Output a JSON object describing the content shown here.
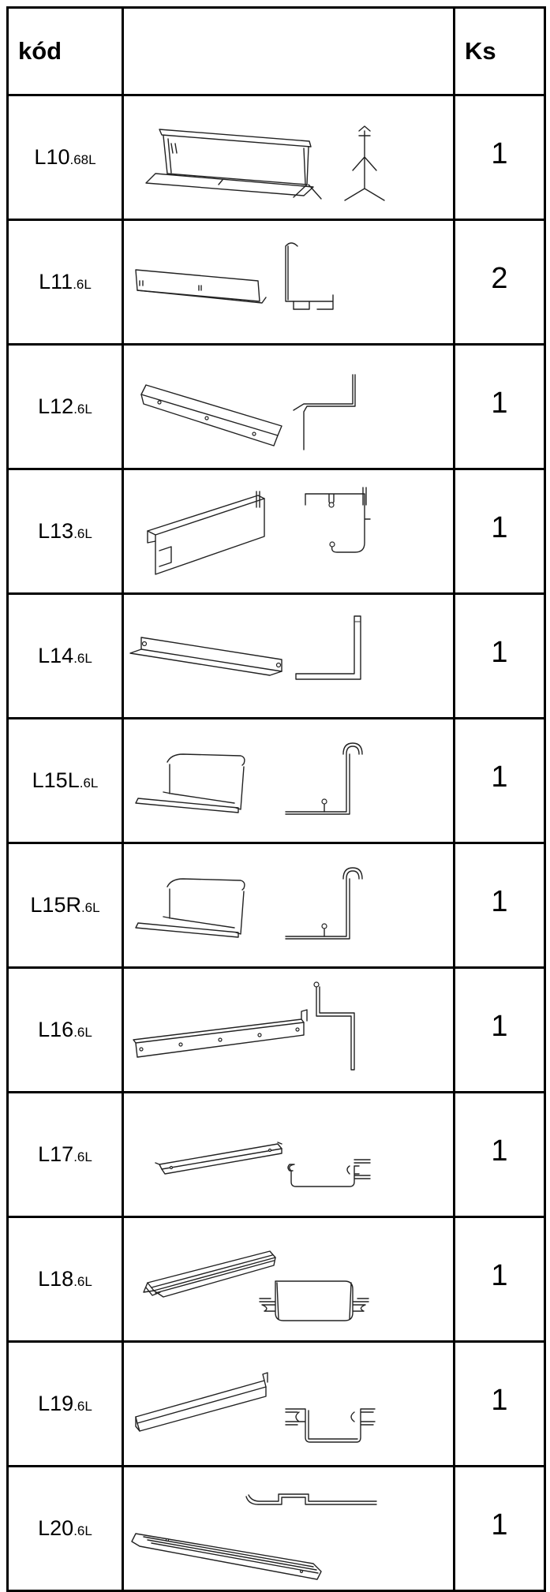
{
  "table": {
    "header": {
      "code": "kód",
      "drawing": "",
      "qty": "Ks"
    },
    "rows": [
      {
        "code": "L10",
        "suffix": ".68L",
        "qty": "1",
        "icon": "profile-l10-drawing"
      },
      {
        "code": "L11",
        "suffix": ".6L",
        "qty": "2",
        "icon": "profile-l11-drawing"
      },
      {
        "code": "L12",
        "suffix": ".6L",
        "qty": "1",
        "icon": "profile-l12-drawing"
      },
      {
        "code": "L13",
        "suffix": ".6L",
        "qty": "1",
        "icon": "profile-l13-drawing"
      },
      {
        "code": "L14",
        "suffix": ".6L",
        "qty": "1",
        "icon": "profile-l14-drawing"
      },
      {
        "code": "L15L",
        "suffix": ".6L",
        "qty": "1",
        "icon": "profile-l15l-drawing"
      },
      {
        "code": "L15R",
        "suffix": ".6L",
        "qty": "1",
        "icon": "profile-l15r-drawing"
      },
      {
        "code": "L16",
        "suffix": ".6L",
        "qty": "1",
        "icon": "profile-l16-drawing"
      },
      {
        "code": "L17",
        "suffix": ".6L",
        "qty": "1",
        "icon": "profile-l17-drawing"
      },
      {
        "code": "L18",
        "suffix": ".6L",
        "qty": "1",
        "icon": "profile-l18-drawing"
      },
      {
        "code": "L19",
        "suffix": ".6L",
        "qty": "1",
        "icon": "profile-l19-drawing"
      },
      {
        "code": "L20",
        "suffix": ".6L",
        "qty": "1",
        "icon": "profile-l20-drawing"
      }
    ]
  }
}
